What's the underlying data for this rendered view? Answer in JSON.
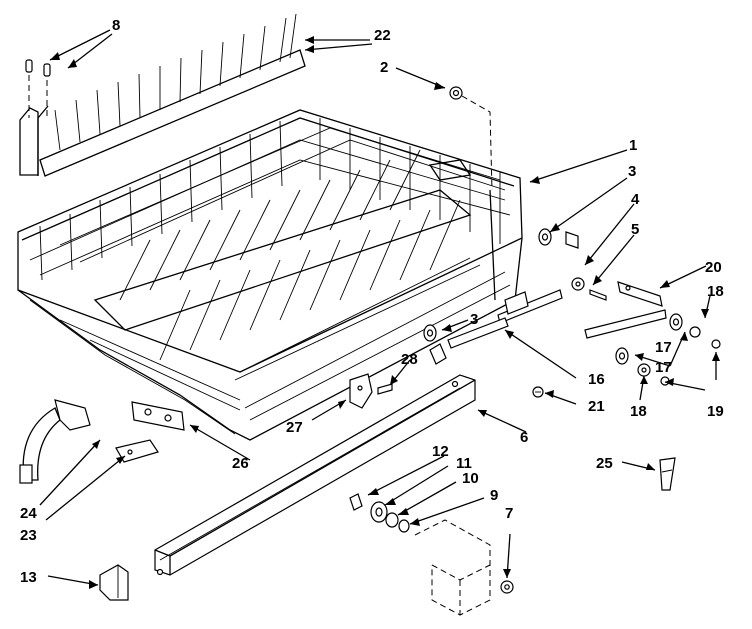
{
  "callouts": [
    {
      "id": "c1",
      "text": "1"
    },
    {
      "id": "c2",
      "text": "2"
    },
    {
      "id": "c3a",
      "text": "3"
    },
    {
      "id": "c3b",
      "text": "3"
    },
    {
      "id": "c4",
      "text": "4"
    },
    {
      "id": "c5",
      "text": "5"
    },
    {
      "id": "c6",
      "text": "6"
    },
    {
      "id": "c7",
      "text": "7"
    },
    {
      "id": "c8",
      "text": "8"
    },
    {
      "id": "c9",
      "text": "9"
    },
    {
      "id": "c10",
      "text": "10"
    },
    {
      "id": "c11",
      "text": "11"
    },
    {
      "id": "c12",
      "text": "12"
    },
    {
      "id": "c13",
      "text": "13"
    },
    {
      "id": "c16",
      "text": "16"
    },
    {
      "id": "c17a",
      "text": "17"
    },
    {
      "id": "c17b",
      "text": "17"
    },
    {
      "id": "c18a",
      "text": "18"
    },
    {
      "id": "c18b",
      "text": "18"
    },
    {
      "id": "c19",
      "text": "19"
    },
    {
      "id": "c20",
      "text": "20"
    },
    {
      "id": "c21",
      "text": "21"
    },
    {
      "id": "c22",
      "text": "22"
    },
    {
      "id": "c23",
      "text": "23"
    },
    {
      "id": "c24",
      "text": "24"
    },
    {
      "id": "c25",
      "text": "25"
    },
    {
      "id": "c26",
      "text": "26"
    },
    {
      "id": "c27",
      "text": "27"
    },
    {
      "id": "c28",
      "text": "28"
    }
  ]
}
